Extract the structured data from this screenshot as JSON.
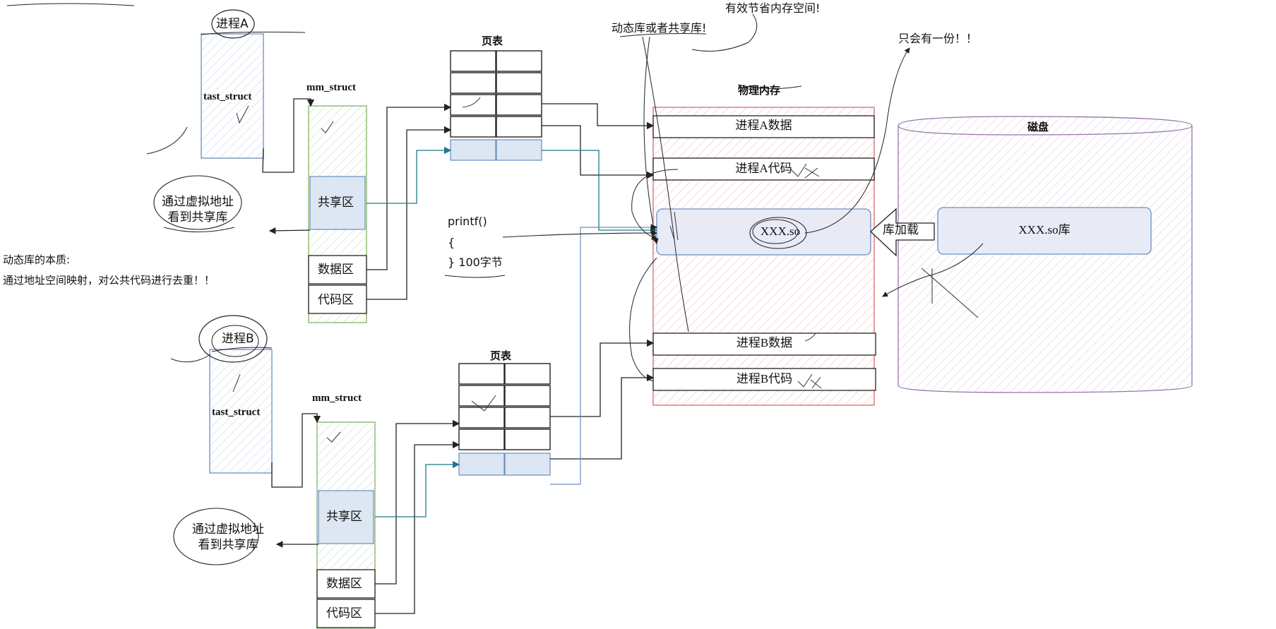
{
  "process_a": {
    "title": "进程A",
    "task_struct": "tast_struct",
    "mm_struct": "mm_struct",
    "shared": "共享区",
    "data": "数据区",
    "code": "代码区",
    "note_line1": "通过虚拟地址",
    "note_line2": "看到共享库"
  },
  "process_b": {
    "title": "进程B",
    "task_struct": "tast_struct",
    "mm_struct": "mm_struct",
    "shared": "共享区",
    "data": "数据区",
    "code": "代码区",
    "note_line1": "通过虚拟地址",
    "note_line2": "看到共享库"
  },
  "page_table_a": {
    "title": "页表"
  },
  "page_table_b": {
    "title": "页表"
  },
  "physical_memory": {
    "title": "物理内存",
    "a_data": "进程A数据",
    "a_code": "进程A代码",
    "so": "XXX.so",
    "b_data": "进程B数据",
    "b_code": "进程B代码"
  },
  "disk": {
    "title": "磁盘",
    "lib": "XXX.so库"
  },
  "load_label": "库加载",
  "notes": {
    "top_left": "动态库或者共享库!",
    "top_right": "有效节省内存空间!",
    "only_one": "只会有一份！！",
    "essence_title": "动态库的本质:",
    "essence_body": "通过地址空间映射，对公共代码进行去重！！"
  },
  "code": {
    "line1": "printf()",
    "line2": "{",
    "line3": "}  100字节"
  },
  "colors": {
    "blue_box": "#6c8ebf",
    "blue_fill": "#dae8fc",
    "green_box": "#82b366",
    "green_fill": "#d5e8d4",
    "red_box": "#e06666",
    "red_fill": "#f8cecc",
    "purple_box": "#9673a6",
    "purple_fill": "#e1d5e7",
    "teal_arrow": "#1f7a8c"
  }
}
